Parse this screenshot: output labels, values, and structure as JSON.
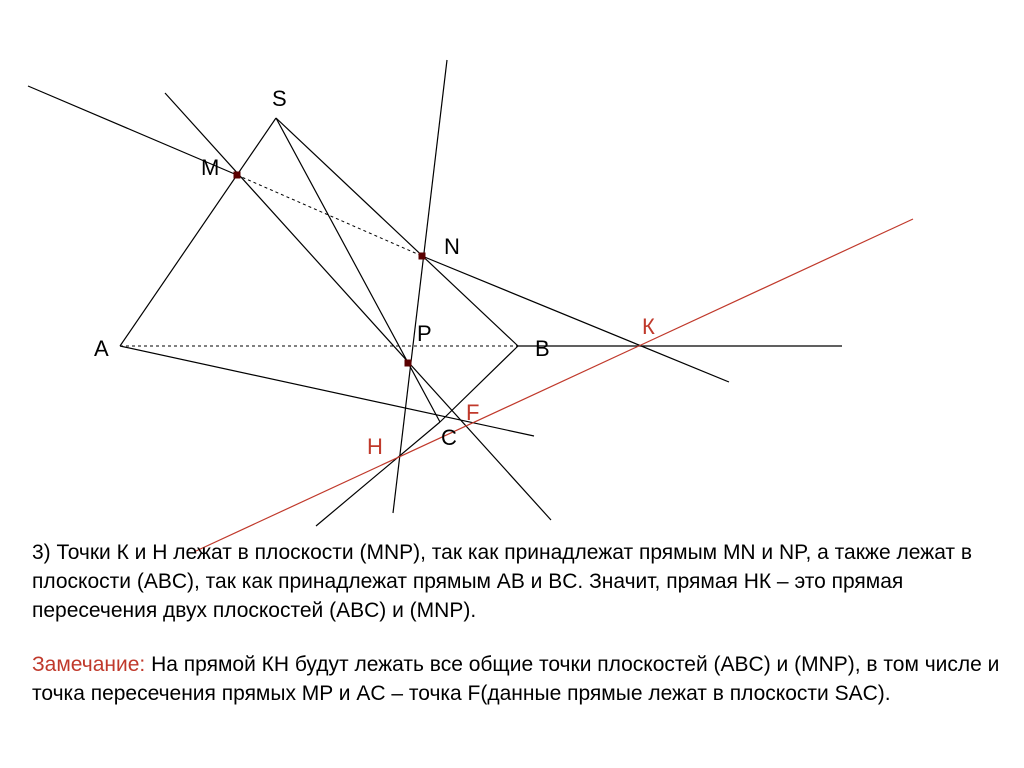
{
  "diagram": {
    "labels": {
      "S": "S",
      "M": "M",
      "N": "N",
      "P": "P",
      "A": "A",
      "B": "B",
      "C": "C",
      "K": "К",
      "F": "F",
      "H": "Н"
    }
  },
  "text": {
    "paragraph3": "3) Точки К и Н лежат в плоскости (MNP), так как принадлежат прямым MN и NP, а также лежат в плоскости (ABC), так как принадлежат прямым AB и BC. Значит, прямая НК – это прямая пересечения двух плоскостей (ABC) и (MNP).",
    "remark_label": "Замечание:",
    "remark_body": " На прямой КН будут лежать все общие точки плоскостей (ABC) и (MNP), в том числе и точка пересечения прямых MP и AC – точка F(данные прямые лежат в плоскости SAC)."
  },
  "colors": {
    "accent": "#c0392b",
    "point": "#5a0000",
    "lines": "#000000"
  }
}
